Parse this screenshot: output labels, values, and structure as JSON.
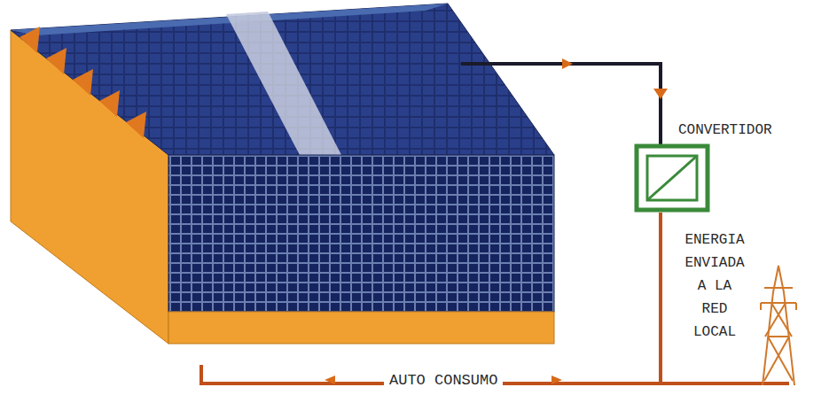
{
  "diagram": {
    "labels": [
      "CONVERTIDOR",
      "ENERGIA ENVIADA A LA RED LOCAL",
      "AUTO CONSUMO"
    ]
  }
}
